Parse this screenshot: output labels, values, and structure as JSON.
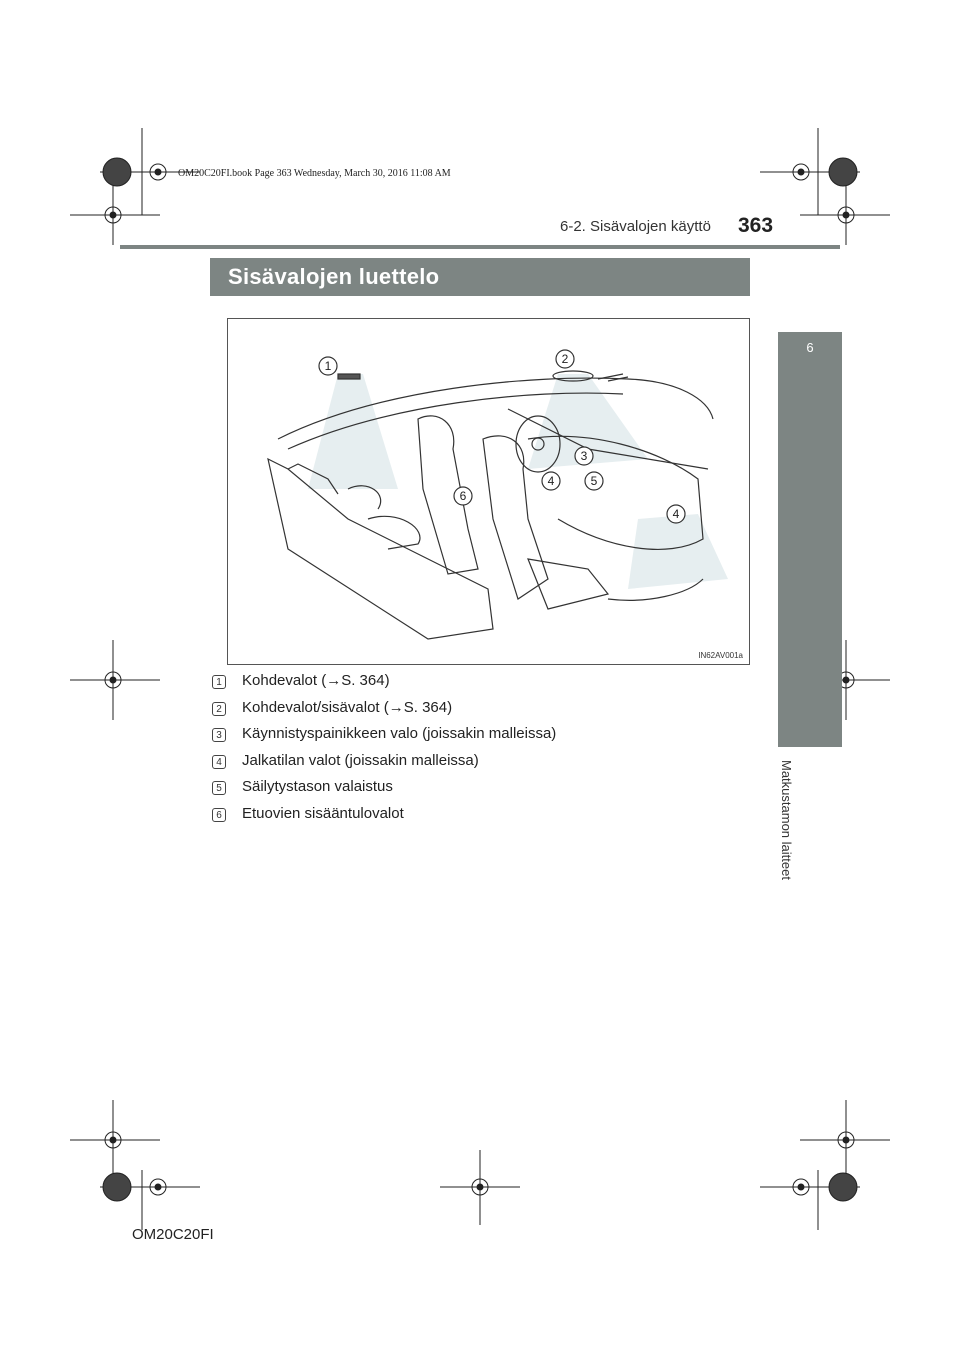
{
  "header": {
    "book_line": "OM20C20FI.book  Page 363  Wednesday, March 30, 2016  11:08 AM",
    "section_title": "6-2. Sisävalojen käyttö",
    "page_number": "363"
  },
  "main": {
    "title": "Sisävalojen luettelo",
    "figure": {
      "code": "IN62AV001a",
      "callouts": [
        "1",
        "2",
        "3",
        "4",
        "5",
        "4",
        "6"
      ]
    },
    "legend": [
      {
        "num": "1",
        "text": "Kohdevalot (→S. 364)"
      },
      {
        "num": "2",
        "text": "Kohdevalot/sisävalot (→S. 364)"
      },
      {
        "num": "3",
        "text": "Käynnistyspainikkeen valo (joissakin malleissa)"
      },
      {
        "num": "4",
        "text": "Jalkatilan valot (joissakin malleissa)"
      },
      {
        "num": "5",
        "text": "Säilytystason valaistus"
      },
      {
        "num": "6",
        "text": "Etuovien sisääntulovalot"
      }
    ]
  },
  "sidebar": {
    "chapter_number": "6",
    "chapter_title": "Matkustamon laitteet"
  },
  "footer": {
    "code": "OM20C20FI"
  },
  "colors": {
    "accent_gray": "#7d8583",
    "text": "#1a1a1a"
  }
}
